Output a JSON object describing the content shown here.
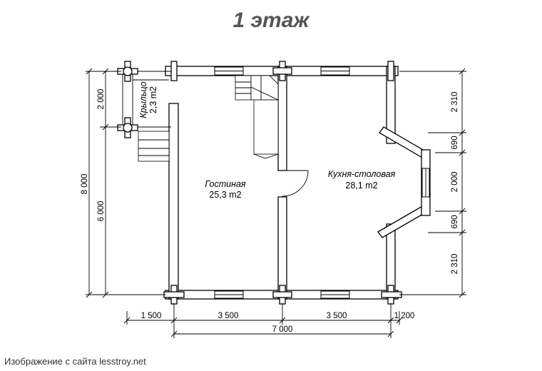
{
  "title": "1 этаж",
  "caption": "Изображение с сайта lesstroy.net",
  "rooms": {
    "porch": {
      "name": "Крыльцо",
      "area": "2,3 m2"
    },
    "living": {
      "name": "Гостиная",
      "area": "25,3 m2"
    },
    "kitchen": {
      "name": "Кухня-столовая",
      "area": "28,1 m2"
    }
  },
  "dimensions": {
    "bottom": {
      "porch_width": "1 500",
      "living_width": "3 500",
      "kitchen_width": "3 500",
      "bay_width": "1 200",
      "total": "7 000"
    },
    "left": {
      "porch_depth": "2 000",
      "house_minus_porch": "6 000",
      "total": "8 000"
    },
    "right": {
      "top_segment": "2 310",
      "bay_angle_top": "690",
      "bay_window": "2 000",
      "bay_angle_bottom": "690",
      "bottom_segment": "2 310"
    }
  }
}
